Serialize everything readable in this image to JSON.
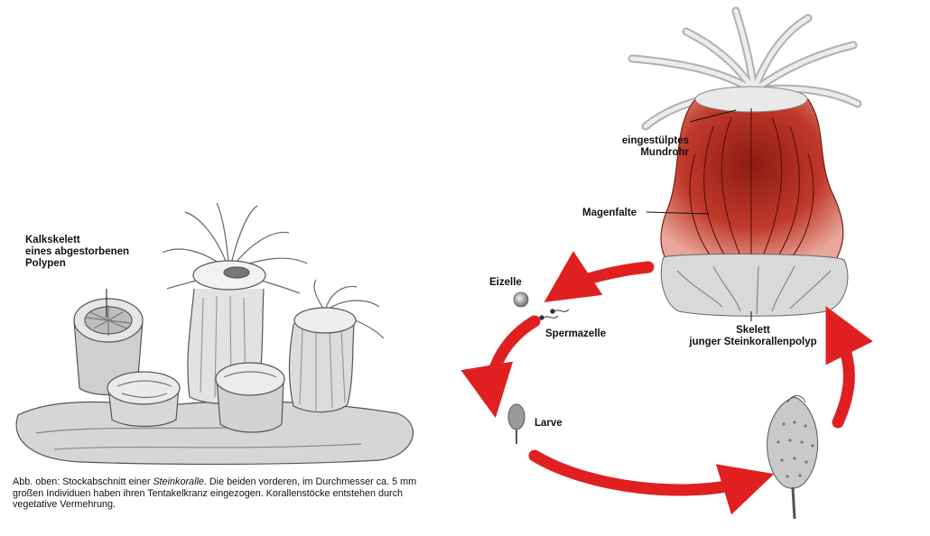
{
  "labels": {
    "kalkskelett": "Kalkskelett\neines abgestorbenen\nPolypen",
    "mundrohr": "eingestülptes\nMundrohr",
    "magenfalte": "Magenfalte",
    "eizelle": "Eizelle",
    "spermazelle": "Spermazelle",
    "skelett": "Skelett\njunger Steinkorallenpolyp",
    "larve": "Larve"
  },
  "caption": {
    "part1": "Abb. oben: Stockabschnitt einer ",
    "italic": "Steinkoralle",
    "part2": ". Die beiden vorderen, im Durchmesser ca. 5 mm großen Individuen haben ihren Tentakelkranz eingezogen. Korallenstöcke entstehen durch vegetative Vermehrung."
  },
  "colors": {
    "arrow": "#e02020",
    "polyp_body": "#c0392b",
    "polyp_inner": "#8e1b12",
    "sketch": "#555555"
  }
}
